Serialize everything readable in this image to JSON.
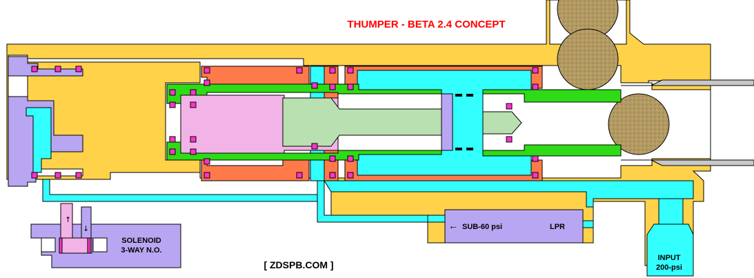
{
  "title": "THUMPER - BETA 2.4 CONCEPT",
  "solenoid": {
    "line1": "SOLENOID",
    "line2": "3-WAY N.O."
  },
  "lpr": {
    "label": "LPR",
    "pressure": "SUB-60 psi"
  },
  "input": {
    "line1": "INPUT",
    "line2": "200-psi"
  },
  "credit": "[ ZDSPB.COM ]",
  "colors": {
    "body": "#FFD24A",
    "air": "#33FFFF",
    "valve": "#B9A6F2",
    "piston": "#F2B3E6",
    "hammer": "#B8E0B0",
    "seal": "#2EDB16",
    "block": "#FF7A4A",
    "oring": "#FF33CC",
    "ball": "#B39A62"
  }
}
